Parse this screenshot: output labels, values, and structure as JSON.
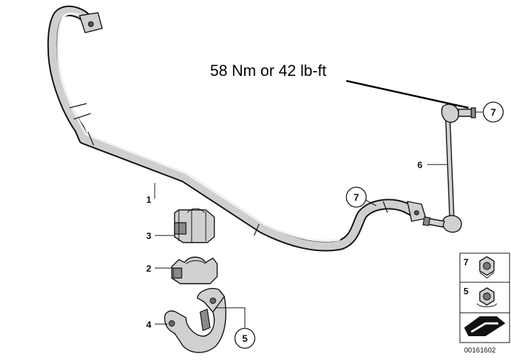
{
  "torque_note": "58 Nm or 42 lb-ft",
  "callouts": {
    "bar": "1",
    "bush_half": "2",
    "bush_full": "3",
    "bracket": "4",
    "bracket_bubble": "5",
    "link": "6",
    "nut_top_bubble": "7",
    "nut_mid_bubble": "7"
  },
  "side_panel": {
    "nut_7_label": "7",
    "nut_5_label": "5"
  },
  "reference_number": "00161602"
}
